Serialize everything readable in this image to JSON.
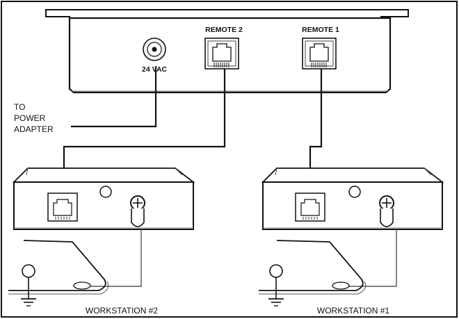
{
  "hub": {
    "power_jack_label": "24 VAC",
    "port_remote2_label": "REMOTE 2",
    "port_remote1_label": "REMOTE 1"
  },
  "power_adapter_label": {
    "line1": "TO",
    "line2": "POWER",
    "line3": "ADAPTER"
  },
  "workstations": [
    {
      "label": "WORKSTATION #2"
    },
    {
      "label": "WORKSTATION #1"
    }
  ],
  "colors": {
    "line": "#111111",
    "device_fill": "#ffffff",
    "shadow": "#666666"
  }
}
